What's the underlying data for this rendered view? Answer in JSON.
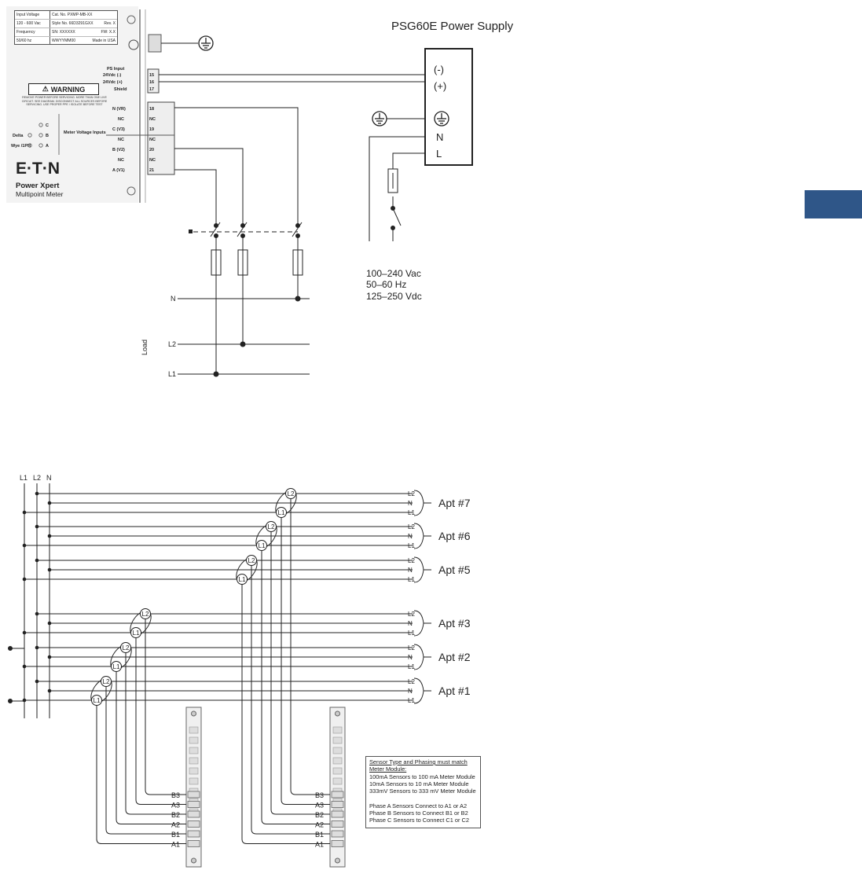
{
  "title": "PSG60E Power Supply",
  "meter": {
    "nameplate": [
      [
        "Input Voltage",
        "Cat. No. PXMP-MB-XX",
        ""
      ],
      [
        "120 - 600 Vac",
        "Style No. 66D3291GXX",
        "Rev. X"
      ],
      [
        "Frequency",
        "SN: XXXXXX",
        "FW: X.X"
      ],
      [
        "50/60 hz",
        "WWYYMM00",
        "Made in USA"
      ]
    ],
    "warning": "WARNING",
    "warning_text": "REMOVE POWER BEFORE SERVICING. MORE THAN ONE LIVE CIRCUIT. SEE DIAGRAM. DISCONNECT ALL SOURCES BEFORE SERVICING. USE PROPER PPE / ISOLATE BEFORE TEST",
    "brand": "E·T·N",
    "product_line1": "Power Xpert",
    "product_line2": "Multipoint Meter",
    "ps_input": [
      "PS Input",
      "24Vdc (-)",
      "24Vdc (+)",
      "Shield"
    ],
    "ps_terminals": [
      "15",
      "16",
      "17"
    ],
    "voltage_labels": [
      "N (VR)",
      "NC",
      "C (V3)",
      "NC",
      "B (V2)",
      "NC",
      "A (V1)"
    ],
    "voltage_terminals": [
      "18",
      "NC",
      "19",
      "NC",
      "20",
      "NC",
      "21"
    ],
    "voltage_inputs_label": "Meter Voltage Inputs",
    "selector": [
      "C",
      "B",
      "A"
    ],
    "selector_side": [
      "Delta",
      "Wye /1PH"
    ]
  },
  "supply": {
    "terminals": [
      "(-)",
      "(+)",
      "",
      "N",
      "L"
    ],
    "specs": [
      "100–240 Vac",
      "50–60 Hz",
      "125–250 Vdc"
    ]
  },
  "load": {
    "label": "Load",
    "lines": [
      "N",
      "L2",
      "L1"
    ]
  },
  "bus": {
    "labels": [
      "L1",
      "L2",
      "N"
    ]
  },
  "apartments": [
    {
      "name": "Apt #7",
      "lines": [
        "L2",
        "N",
        "L1"
      ]
    },
    {
      "name": "Apt #6",
      "lines": [
        "L2",
        "N",
        "L1"
      ]
    },
    {
      "name": "Apt #5",
      "lines": [
        "L2",
        "N",
        "L1"
      ]
    },
    {
      "name": "Apt #3",
      "lines": [
        "L2",
        "N",
        "L1"
      ]
    },
    {
      "name": "Apt #2",
      "lines": [
        "L2",
        "N",
        "L1"
      ]
    },
    {
      "name": "Apt #1",
      "lines": [
        "L2",
        "N",
        "L1"
      ]
    }
  ],
  "sensors": [
    "L2",
    "L1"
  ],
  "module_terminals": [
    "B3",
    "A3",
    "B2",
    "A2",
    "B1",
    "A1"
  ],
  "note": {
    "heading": "Sensor Type and Phasing must match Meter Module:",
    "lines": [
      "100mA Sensors to 100 mA Meter Module",
      "10mA Sensors to 10 mA Meter Module",
      "333mV Sensors to 333 mV Meter Module",
      "",
      "Phase A Sensors Connect to A1 or A2",
      "Phase B Sensors to Connect B1 or B2",
      "Phase C Sensors to Connect C1 or C2"
    ]
  },
  "colors": {
    "accent": "#2f5688",
    "line": "#222222"
  }
}
